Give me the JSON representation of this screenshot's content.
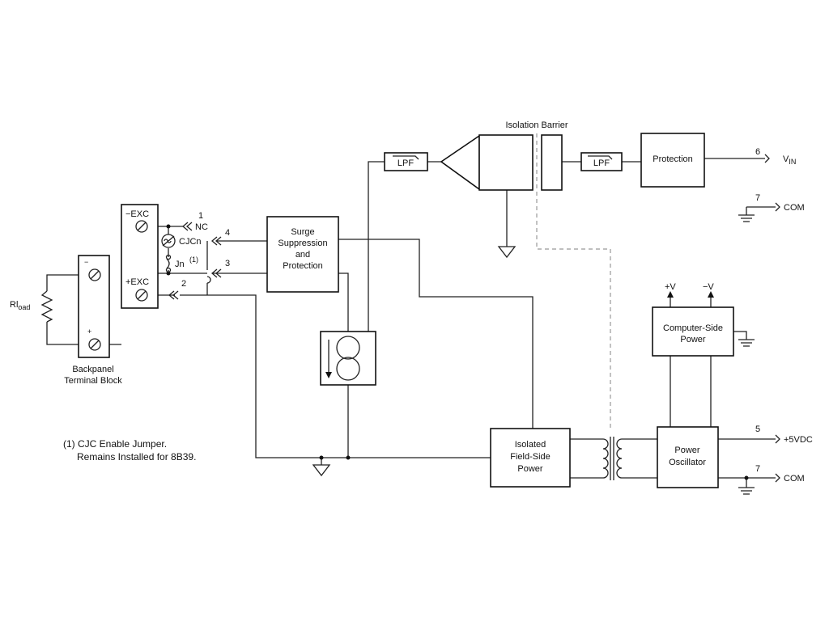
{
  "blocks": {
    "surge": [
      "Surge",
      "Suppression",
      "and",
      "Protection"
    ],
    "lpf_in": "LPF",
    "lpf_out": "LPF",
    "protection": "Protection",
    "field_power": [
      "Isolated",
      "Field-Side",
      "Power"
    ],
    "computer_power": [
      "Computer-Side",
      "Power"
    ],
    "oscillator": [
      "Power",
      "Oscillator"
    ]
  },
  "labels": {
    "isolation_barrier": "Isolation Barrier",
    "backpanel": [
      "Backpanel",
      "Terminal Block"
    ],
    "exc_neg": "−EXC",
    "exc_pos": "+EXC",
    "tb_minus": "−",
    "tb_plus": "+",
    "rload_main": "Rl",
    "rload_sub": "oad",
    "nc": "NC",
    "cjcn": "CJCn",
    "jn": "Jn",
    "jn_note_ref": "(1)",
    "vin_main": "V",
    "vin_sub": "IN",
    "com_top": "COM",
    "com_bottom": "COM",
    "plus5vdc": "+5VDC",
    "plus_v": "+V",
    "minus_v": "−V"
  },
  "pins": {
    "p1": "1",
    "p2": "2",
    "p3": "3",
    "p4": "4",
    "p5": "5",
    "p6": "6",
    "p7_top": "7",
    "p7_bottom": "7"
  },
  "note": {
    "line1": "(1) CJC Enable Jumper.",
    "line2": "Remains Installed for 8B39."
  }
}
